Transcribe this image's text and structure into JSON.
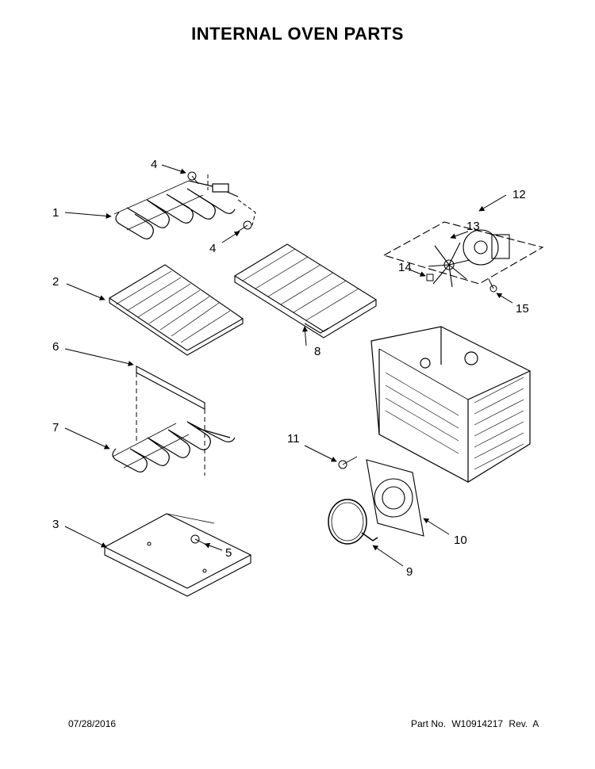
{
  "title": "INTERNAL OVEN PARTS",
  "callouts": {
    "c1": "1",
    "c2": "2",
    "c3": "3",
    "c4a": "4",
    "c4b": "4",
    "c5": "5",
    "c6": "6",
    "c7": "7",
    "c8": "8",
    "c9": "9",
    "c10": "10",
    "c11": "11",
    "c12": "12",
    "c13": "13",
    "c14": "14",
    "c15": "15"
  },
  "footer": {
    "date": "07/28/2016",
    "part_label": "Part No.",
    "part_number": "W10914217",
    "rev": "Rev.  A"
  }
}
